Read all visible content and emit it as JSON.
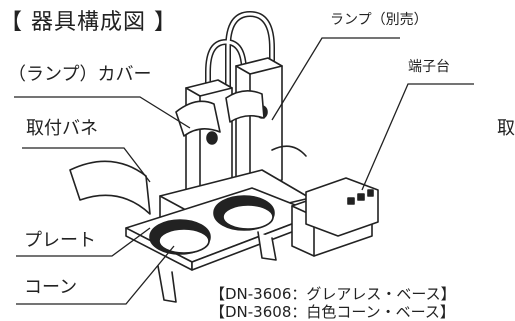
{
  "title": "【 器具構成図 】",
  "labels": {
    "lamp": "ランプ（別売）",
    "cover": "（ランプ）カバー",
    "terminal": "端子台",
    "spring": "取付バネ",
    "plate": "プレート",
    "cone": "コーン",
    "edge": "取"
  },
  "notes": [
    "【DN-3606：グレアレス・ベース】",
    "【DN-3608：白色コーン・ベース】"
  ]
}
